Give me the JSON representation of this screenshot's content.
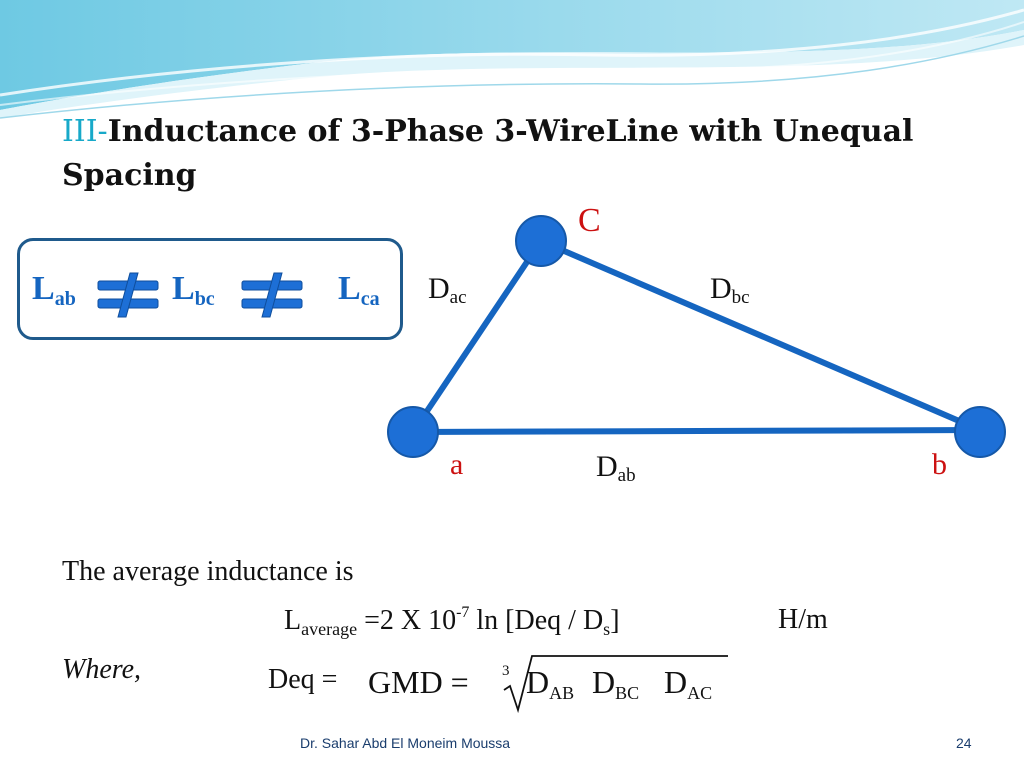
{
  "title": {
    "prefix": "III-",
    "text": "Inductance of 3-Phase 3-WireLine with Unequal Spacing"
  },
  "inequality": {
    "items": [
      {
        "base": "L",
        "sub": "ab"
      },
      {
        "base": "L",
        "sub": "bc"
      },
      {
        "base": "L",
        "sub": "ca"
      }
    ],
    "symbol_icon": "not-equal-icon"
  },
  "diagram": {
    "nodes": {
      "a": "a",
      "b": "b",
      "c": "C"
    },
    "edges": {
      "ac": {
        "base": "D",
        "sub": "ac"
      },
      "bc": {
        "base": "D",
        "sub": "bc"
      },
      "ab": {
        "base": "D",
        "sub": "ab"
      }
    },
    "colors": {
      "line": "#1565c0",
      "node": "#1d6fd6",
      "node_label": "#cc1111"
    }
  },
  "body": {
    "intro": "The average inductance is",
    "formula": {
      "lhs_base": "L",
      "lhs_sub": "average",
      "mid": " =2 X 10",
      "exp": "-7",
      "rest": " ln [Deq / D",
      "ds_sub": "s",
      "close": "]",
      "unit": "H/m"
    },
    "where": "Where,",
    "deq": {
      "label": "Deq =",
      "gmd": "GMD =",
      "root_index": "3",
      "terms": [
        {
          "base": "D",
          "sub": "AB"
        },
        {
          "base": "D",
          "sub": "BC"
        },
        {
          "base": "D",
          "sub": "AC"
        }
      ]
    }
  },
  "footer": {
    "author": "Dr. Sahar Abd El Moneim Moussa",
    "page": "24"
  }
}
